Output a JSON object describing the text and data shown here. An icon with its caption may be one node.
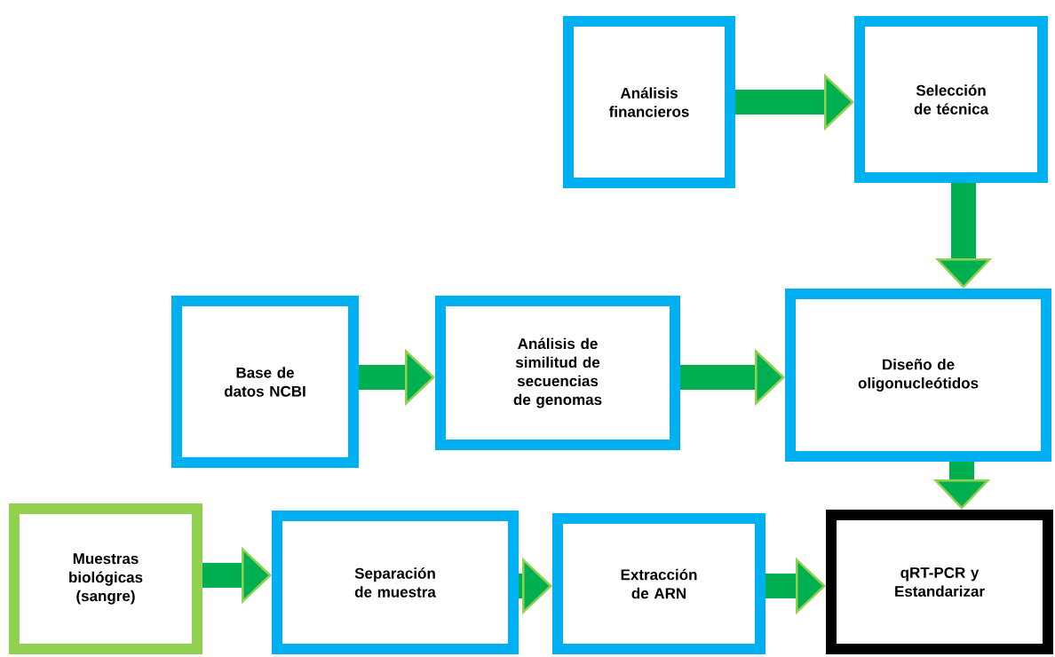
{
  "diagram": {
    "nodes": [
      {
        "text": [
          "Análisis financieros"
        ]
      },
      {
        "text": [
          "Selección de técnica"
        ]
      },
      {
        "text": [
          "Base de datos NCBI"
        ]
      },
      {
        "text": [
          "Análisis de similitud de secuencias de genomas"
        ]
      },
      {
        "text": [
          "Diseño de oligonucleótidos"
        ]
      },
      {
        "text": [
          "Muestras biológicas (sangre)"
        ]
      },
      {
        "text": [
          "Separación de muestra"
        ]
      },
      {
        "text": [
          "Extracción de ARN"
        ]
      },
      {
        "text": [
          "qRT-PCR y Estandarizar"
        ]
      }
    ],
    "edges": [
      {
        "from": 0,
        "to": 1,
        "arrow": "to"
      },
      {
        "from": 1,
        "to": 4,
        "arrow": "to"
      },
      {
        "from": 2,
        "to": 3,
        "arrow": "to"
      },
      {
        "from": 3,
        "to": 4,
        "arrow": "to"
      },
      {
        "from": 4,
        "to": 8,
        "arrow": "to"
      },
      {
        "from": 5,
        "to": 6,
        "arrow": "to"
      },
      {
        "from": 6,
        "to": 7,
        "arrow": "to"
      },
      {
        "from": 7,
        "to": 8,
        "arrow": "to"
      }
    ]
  }
}
